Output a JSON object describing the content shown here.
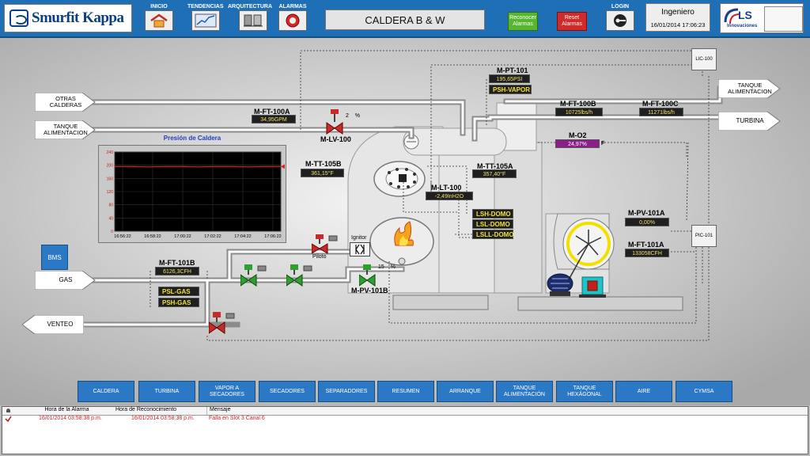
{
  "header": {
    "company_logo": "Smurfit Kappa",
    "nav": [
      {
        "label": "INICIO",
        "icon": "home-icon"
      },
      {
        "label": "TENDENCIAS",
        "icon": "trend-chart-icon"
      },
      {
        "label": "ARQUITECTURA",
        "icon": "network-icon"
      },
      {
        "label": "ALARMAS",
        "icon": "alarm-bell-icon"
      }
    ],
    "title": "CALDERA B & W",
    "reconocer": "Reconocer Alarmas",
    "reset": "Reset Alarmas",
    "login": "LOGIN",
    "user": "Ingeniero",
    "datetime": "16/01/2014 17:06:23",
    "integrator_logo": "LS",
    "integrator_sub": "Innovaciones"
  },
  "colors": {
    "header": "#1f6fb6",
    "value_text": "#f1e16d",
    "alarm_text": "#f3e13a",
    "valve_red": "#c82a2a",
    "valve_green": "#2fa02f",
    "nav_button": "#2b79c4",
    "o2_box": "#8a1f8a"
  },
  "streams": {
    "otras_calderas": "OTRAS CALDERAS",
    "tanque_alim_in": "TANQUE ALIMENTACION",
    "tanque_alim_out": "TANQUE ALIMENTACION",
    "turbina": "TURBINA",
    "gas": "GAS",
    "venteo": "VENTEO",
    "bms": "BMS"
  },
  "instruments": {
    "ft100a": {
      "name": "M-FT-100A",
      "value": "34,95",
      "unit": "GPM"
    },
    "lv100": {
      "name": "M-LV-100",
      "value": "2",
      "unit": "%"
    },
    "pt101": {
      "name": "M-PT-101",
      "value": "195,65",
      "unit": "PSI"
    },
    "psh_vapor": "PSH-VAPOR",
    "ft100b": {
      "name": "M-FT-100B",
      "value": "10725",
      "unit": "lbs/h"
    },
    "ft100c": {
      "name": "M-FT-100C",
      "value": "11271",
      "unit": "lbs/h"
    },
    "o2": {
      "name": "M-O2",
      "value": "24,97",
      "unit": "%"
    },
    "tt105b": {
      "name": "M-TT-105B",
      "value": "361,15",
      "unit": "°F"
    },
    "tt105a": {
      "name": "M-TT-105A",
      "value": "357,40",
      "unit": "°F"
    },
    "lt100": {
      "name": "M-LT-100",
      "value": "-2,49",
      "unit": "InH2O"
    },
    "lsh": "LSH-DOMO",
    "lsl": "LSL-DOMO",
    "lsll": "LSLL-DOMO",
    "pv101a": {
      "name": "M-PV-101A",
      "value": "0,00",
      "unit": "%"
    },
    "ft101a": {
      "name": "M-FT-101A",
      "value": "133058",
      "unit": "CFH"
    },
    "ft101b": {
      "name": "M-FT-101B",
      "value": "6126,3",
      "unit": "CFH"
    },
    "psl_gas": "PSL-GAS",
    "psh_gas": "PSH-GAS",
    "pv101b": {
      "name": "M-PV-101B",
      "value": "15",
      "unit": "%"
    },
    "piloto": "Piloto",
    "ignitor": "Ignitor",
    "lic100": "LIC-100",
    "pic101": "PIC-101"
  },
  "chart_data": {
    "type": "line",
    "title": "Presión de Caldera",
    "x": [
      "16:56:22",
      "16:58:22",
      "17:00:22",
      "17:02:22",
      "17:04:22",
      "17:06:22"
    ],
    "yticks": [
      0,
      40,
      80,
      120,
      160,
      200,
      240
    ],
    "ylim": [
      0,
      240
    ],
    "series": [
      {
        "values": [
          196,
          196,
          195,
          196,
          196,
          195,
          196,
          196,
          195,
          196,
          196
        ]
      }
    ],
    "grid": true
  },
  "bottom_nav": [
    "CALDERA",
    "TURBINA",
    "VAPOR A SECADORES",
    "SECADORES",
    "SEPARADORES",
    "RESUMEN",
    "ARRANQUE",
    "TANQUE ALIMENTACIÓN",
    "TANQUE HEXÁGONAL",
    "AIRE",
    "CYMSA"
  ],
  "alarm_table": {
    "headers": [
      "Hora de la Alarma",
      "Hora de Reconocimiento",
      "Mensaje"
    ],
    "rows": [
      [
        "16/01/2014 03:58:38 p.m.",
        "16/01/2014 03:58:38 p.m.",
        "Falla en Slot 3 Canal 6"
      ]
    ]
  }
}
